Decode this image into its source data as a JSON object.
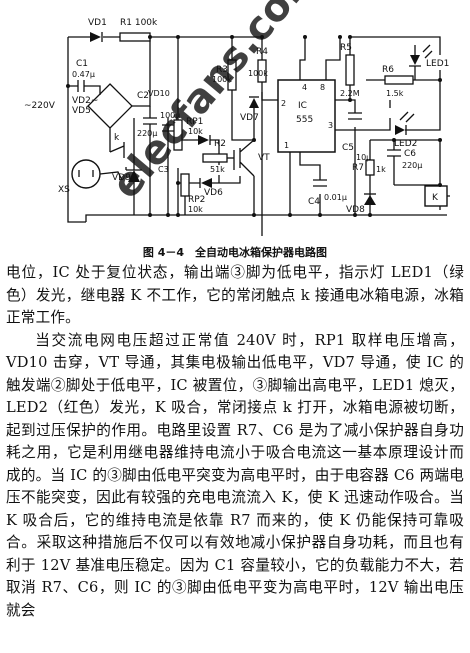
{
  "diagram": {
    "watermark": "elecfans.com",
    "labels": {
      "vd1": "VD1",
      "r1": "R1 100k",
      "c1": "C1",
      "c1_val": "0.47μ",
      "vd2": "VD2~",
      "vd5": "VD5",
      "mains": "~220V",
      "c2": "C2",
      "c2_val": "220μ",
      "k": "k",
      "xs": "XS",
      "vd9": "VD9",
      "rp1": "RP1",
      "rp1_val": "10k",
      "c3": "100μ",
      "c3_name": "C3",
      "vd10": "VD10",
      "r2": "R2",
      "r2_val": "51k",
      "vt": "VT",
      "vd6": "VD6",
      "rp2": "RP2",
      "rp2_val": "10k",
      "r3": "R3",
      "r3_val": "100k",
      "r4": "R4",
      "r4_val": "100k",
      "vd7": "VD7",
      "ic": "IC",
      "ic_part": "555",
      "pin4": "4",
      "pin8": "8",
      "pin2": "2",
      "pin3": "3",
      "pin1": "1",
      "c4": "C4",
      "c4_val": "0.01μ",
      "r5": "R5",
      "r5_val": "2.2M",
      "c5": "C5",
      "c5_val": "10μ",
      "led1": "LED1",
      "r6": "R6",
      "r6_val": "1.5k",
      "led2": "LED2",
      "r7": "R7",
      "r7_val": "1k",
      "c6": "C6",
      "c6_val": "220μ",
      "vd8": "VD8",
      "relay": "K"
    }
  },
  "caption": "图 4－4　全自动电冰箱保护器电路图",
  "paragraphs": [
    "电位，IC 处于复位状态，输出端③脚为低电平，指示灯 LED1（绿色）发光，继电器 K 不工作，它的常闭触点 k 接通电冰箱电源，冰箱正常工作。",
    "当交流电网电压超过正常值 240V 时，RP1 取样电压增高，VD10 击穿，VT 导通，其集电极输出低电平，VD7 导通，使 IC 的触发端②脚处于低电平，IC 被置位，③脚输出高电平，LED1 熄灭，LED2（红色）发光，K 吸合，常闭接点 k 打开，冰箱电源被切断，起到过压保护的作用。电路里设置 R7、C6 是为了减小保护器自身功耗之用，它是利用继电器维持电流小于吸合电流这一基本原理设计而成的。当 IC 的③脚由低电平突变为高电平时，由于电容器 C6 两端电压不能突变，因此有较强的充电电流流入 K，使 K 迅速动作吸合。当 K 吸合后，它的维持电流是依靠 R7 而来的，使 K 仍能保持可靠吸合。采取这种措施后不仅可以有效地减小保护器自身功耗，而且也有利于 12V 基准电压稳定。因为 C1 容量较小，它的负载能力不大，若取消 R7、C6，则 IC 的③脚由低电平变为高电平时，12V 输出电压就会"
  ]
}
